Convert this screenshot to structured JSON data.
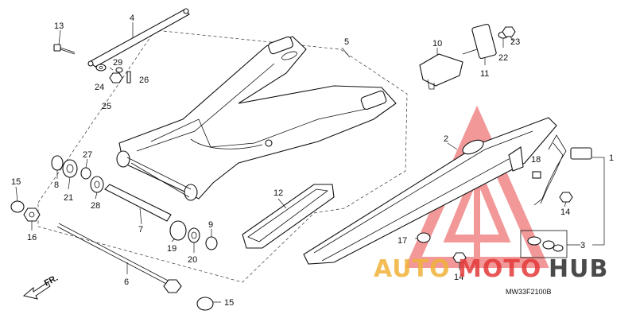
{
  "diagram_code": "MW33F2100B",
  "direction_label": "FR.",
  "watermark": {
    "text_part1": "AUTO",
    "text_part2": "MOTO",
    "text_part3": "HUB",
    "colors": {
      "auto": "#f0b23a",
      "moto": "#e33a3a",
      "hub": "#2b2b2b",
      "triangle": "#e84545"
    }
  },
  "callouts": {
    "c1": "1",
    "c2": "2",
    "c3": "3",
    "c4": "4",
    "c5": "5",
    "c6": "6",
    "c7": "7",
    "c8": "8",
    "c9": "9",
    "c10": "10",
    "c11": "11",
    "c12": "12",
    "c13": "13",
    "c14a": "14",
    "c14b": "14",
    "c15a": "15",
    "c15b": "15",
    "c16": "16",
    "c17": "17",
    "c18": "18",
    "c19": "19",
    "c20": "20",
    "c21": "21",
    "c22": "22",
    "c23": "23",
    "c24": "24",
    "c25": "25",
    "c26": "26",
    "c27": "27",
    "c28": "28",
    "c29": "29"
  }
}
